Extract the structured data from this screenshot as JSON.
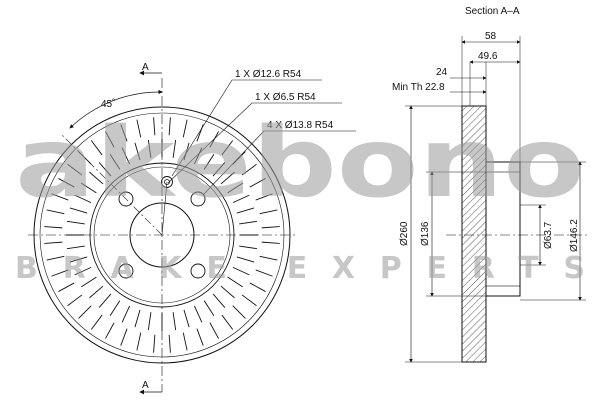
{
  "section_title": "Section A–A",
  "section_marker_top": "A",
  "section_marker_bottom": "A",
  "angle_label": "45˚",
  "callouts": {
    "hole_1": "1 X Ø12.6  R54",
    "hole_2": "1 X Ø6.5   R54",
    "hole_3": "4 X Ø13.8   R54"
  },
  "dimensions": {
    "overall_width": "58",
    "width_inner": "49.6",
    "thickness": "24",
    "min_thickness": "Min Th  22.8",
    "dia_outer": "Ø260",
    "dia_hat": "Ø136",
    "dia_center": "Ø63.7",
    "dia_mount": "Ø146.2"
  },
  "watermark": {
    "brand": "akebono",
    "tagline": "BRAKE EXPERTS"
  },
  "colors": {
    "line": "#111111",
    "watermark": "#9a9a9a",
    "background": "#ffffff"
  }
}
